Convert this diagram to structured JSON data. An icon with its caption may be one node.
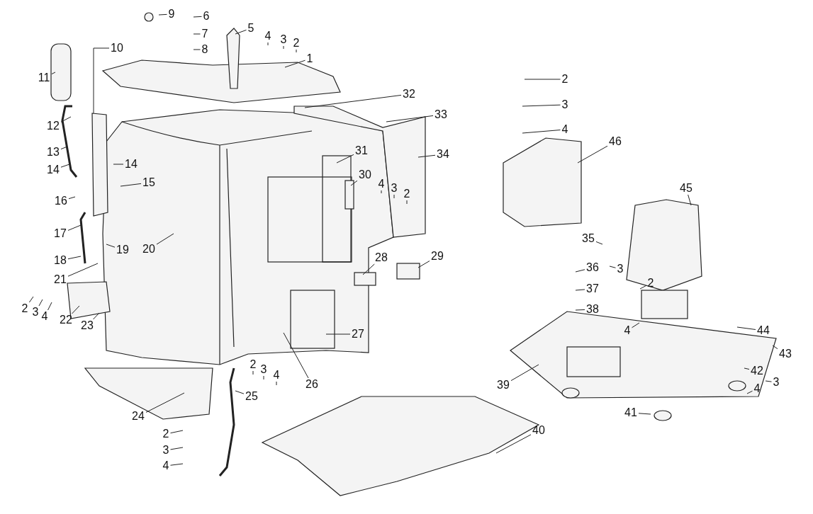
{
  "diagram": {
    "nodes": [
      {
        "text": [
          "9"
        ]
      },
      {
        "text": [
          "6"
        ]
      },
      {
        "text": [
          "7"
        ]
      },
      {
        "text": [
          "8"
        ]
      },
      {
        "text": [
          "5"
        ]
      },
      {
        "text": [
          "4"
        ]
      },
      {
        "text": [
          "3"
        ]
      },
      {
        "text": [
          "2"
        ]
      },
      {
        "text": [
          "10"
        ]
      },
      {
        "text": [
          "1"
        ]
      },
      {
        "text": [
          "11"
        ]
      },
      {
        "text": [
          "32"
        ]
      },
      {
        "text": [
          "3"
        ]
      },
      {
        "text": [
          "2"
        ]
      },
      {
        "text": [
          "33"
        ]
      },
      {
        "text": [
          "12"
        ]
      },
      {
        "text": [
          "4"
        ]
      },
      {
        "text": [
          "46"
        ]
      },
      {
        "text": [
          "13"
        ]
      },
      {
        "text": [
          "31"
        ]
      },
      {
        "text": [
          "34"
        ]
      },
      {
        "text": [
          "14"
        ]
      },
      {
        "text": [
          "14"
        ]
      },
      {
        "text": [
          "30"
        ]
      },
      {
        "text": [
          "4"
        ]
      },
      {
        "text": [
          "3"
        ]
      },
      {
        "text": [
          "2"
        ]
      },
      {
        "text": [
          "15"
        ]
      },
      {
        "text": [
          "45"
        ]
      },
      {
        "text": [
          "16"
        ]
      },
      {
        "text": [
          "17"
        ]
      },
      {
        "text": [
          "35"
        ]
      },
      {
        "text": [
          "19"
        ]
      },
      {
        "text": [
          "20"
        ]
      },
      {
        "text": [
          "29"
        ]
      },
      {
        "text": [
          "28"
        ]
      },
      {
        "text": [
          "18"
        ]
      },
      {
        "text": [
          "36"
        ]
      },
      {
        "text": [
          "3"
        ]
      },
      {
        "text": [
          "21"
        ]
      },
      {
        "text": [
          "2"
        ]
      },
      {
        "text": [
          "37"
        ]
      },
      {
        "text": [
          "2"
        ]
      },
      {
        "text": [
          "3"
        ]
      },
      {
        "text": [
          "4"
        ]
      },
      {
        "text": [
          "38"
        ]
      },
      {
        "text": [
          "22"
        ]
      },
      {
        "text": [
          "23"
        ]
      },
      {
        "text": [
          "4"
        ]
      },
      {
        "text": [
          "44"
        ]
      },
      {
        "text": [
          "27"
        ]
      },
      {
        "text": [
          "43"
        ]
      },
      {
        "text": [
          "2"
        ]
      },
      {
        "text": [
          "3"
        ]
      },
      {
        "text": [
          "4"
        ]
      },
      {
        "text": [
          "42"
        ]
      },
      {
        "text": [
          "3"
        ]
      },
      {
        "text": [
          "26"
        ]
      },
      {
        "text": [
          "39"
        ]
      },
      {
        "text": [
          "4"
        ]
      },
      {
        "text": [
          "25"
        ]
      },
      {
        "text": [
          "41"
        ]
      },
      {
        "text": [
          "24"
        ]
      },
      {
        "text": [
          "40"
        ]
      },
      {
        "text": [
          "2"
        ]
      },
      {
        "text": [
          "3"
        ]
      },
      {
        "text": [
          "4"
        ]
      }
    ],
    "edges": [
      {
        "from": 0,
        "to": null,
        "arrow": "none"
      },
      {
        "from": 1,
        "to": null,
        "arrow": "none"
      },
      {
        "from": 2,
        "to": null,
        "arrow": "none"
      },
      {
        "from": 3,
        "to": null,
        "arrow": "none"
      },
      {
        "from": 4,
        "to": null,
        "arrow": "none"
      },
      {
        "from": 5,
        "to": null,
        "arrow": "none"
      },
      {
        "from": 6,
        "to": null,
        "arrow": "none"
      },
      {
        "from": 7,
        "to": null,
        "arrow": "none"
      },
      {
        "from": 8,
        "to": null,
        "arrow": "none"
      },
      {
        "from": 9,
        "to": null,
        "arrow": "none"
      },
      {
        "from": 10,
        "to": null,
        "arrow": "none"
      },
      {
        "from": 11,
        "to": null,
        "arrow": "none"
      },
      {
        "from": 12,
        "to": null,
        "arrow": "none"
      },
      {
        "from": 13,
        "to": null,
        "arrow": "none"
      },
      {
        "from": 14,
        "to": null,
        "arrow": "none"
      },
      {
        "from": 15,
        "to": null,
        "arrow": "none"
      },
      {
        "from": 16,
        "to": null,
        "arrow": "none"
      },
      {
        "from": 17,
        "to": null,
        "arrow": "none"
      },
      {
        "from": 18,
        "to": null,
        "arrow": "none"
      },
      {
        "from": 19,
        "to": null,
        "arrow": "none"
      },
      {
        "from": 20,
        "to": null,
        "arrow": "none"
      },
      {
        "from": 21,
        "to": null,
        "arrow": "none"
      },
      {
        "from": 22,
        "to": null,
        "arrow": "none"
      },
      {
        "from": 23,
        "to": null,
        "arrow": "none"
      },
      {
        "from": 24,
        "to": null,
        "arrow": "none"
      },
      {
        "from": 25,
        "to": null,
        "arrow": "none"
      },
      {
        "from": 26,
        "to": null,
        "arrow": "none"
      },
      {
        "from": 27,
        "to": null,
        "arrow": "none"
      },
      {
        "from": 28,
        "to": null,
        "arrow": "none"
      },
      {
        "from": 29,
        "to": null,
        "arrow": "none"
      },
      {
        "from": 30,
        "to": null,
        "arrow": "none"
      },
      {
        "from": 31,
        "to": null,
        "arrow": "none"
      },
      {
        "from": 32,
        "to": null,
        "arrow": "none"
      },
      {
        "from": 33,
        "to": null,
        "arrow": "none"
      },
      {
        "from": 34,
        "to": null,
        "arrow": "none"
      },
      {
        "from": 35,
        "to": null,
        "arrow": "none"
      },
      {
        "from": 36,
        "to": null,
        "arrow": "none"
      },
      {
        "from": 37,
        "to": null,
        "arrow": "none"
      },
      {
        "from": 38,
        "to": null,
        "arrow": "none"
      },
      {
        "from": 39,
        "to": null,
        "arrow": "none"
      },
      {
        "from": 40,
        "to": null,
        "arrow": "none"
      },
      {
        "from": 41,
        "to": null,
        "arrow": "none"
      },
      {
        "from": 42,
        "to": null,
        "arrow": "none"
      },
      {
        "from": 43,
        "to": null,
        "arrow": "none"
      },
      {
        "from": 44,
        "to": null,
        "arrow": "none"
      },
      {
        "from": 45,
        "to": null,
        "arrow": "none"
      },
      {
        "from": 46,
        "to": null,
        "arrow": "none"
      },
      {
        "from": 47,
        "to": null,
        "arrow": "none"
      },
      {
        "from": 48,
        "to": null,
        "arrow": "none"
      },
      {
        "from": 49,
        "to": null,
        "arrow": "none"
      },
      {
        "from": 50,
        "to": null,
        "arrow": "none"
      },
      {
        "from": 51,
        "to": null,
        "arrow": "none"
      },
      {
        "from": 52,
        "to": null,
        "arrow": "none"
      },
      {
        "from": 53,
        "to": null,
        "arrow": "none"
      },
      {
        "from": 54,
        "to": null,
        "arrow": "none"
      },
      {
        "from": 55,
        "to": null,
        "arrow": "none"
      },
      {
        "from": 56,
        "to": null,
        "arrow": "none"
      },
      {
        "from": 57,
        "to": null,
        "arrow": "none"
      },
      {
        "from": 58,
        "to": null,
        "arrow": "none"
      },
      {
        "from": 59,
        "to": null,
        "arrow": "none"
      },
      {
        "from": 60,
        "to": null,
        "arrow": "none"
      },
      {
        "from": 61,
        "to": null,
        "arrow": "none"
      },
      {
        "from": 62,
        "to": null,
        "arrow": "none"
      },
      {
        "from": 63,
        "to": null,
        "arrow": "none"
      },
      {
        "from": 64,
        "to": null,
        "arrow": "none"
      },
      {
        "from": 65,
        "to": null,
        "arrow": "none"
      },
      {
        "from": 66,
        "to": null,
        "arrow": "none"
      }
    ]
  }
}
